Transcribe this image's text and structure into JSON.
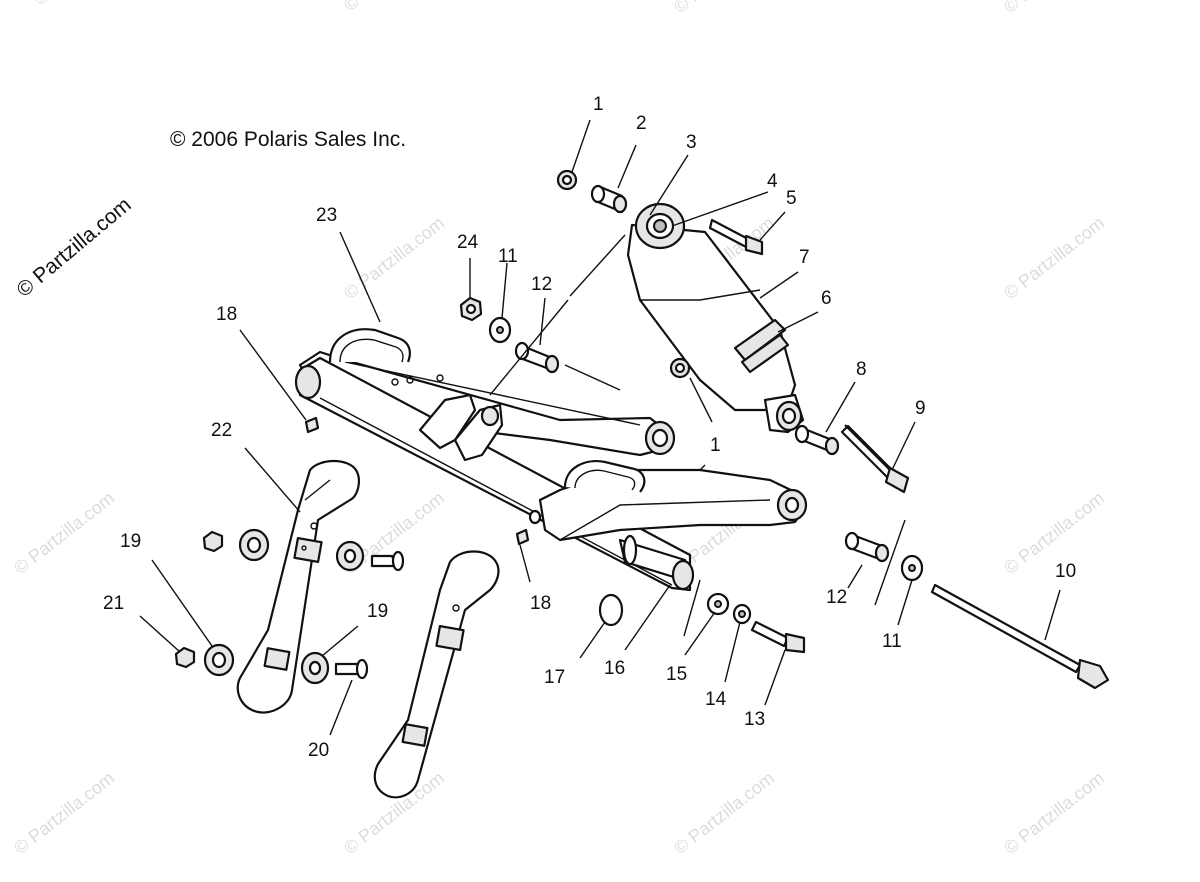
{
  "copyright": "© 2006 Polaris Sales Inc.",
  "watermark_main": "© Partzilla.com",
  "watermark_tile": "© Partzilla.com",
  "callouts": {
    "c1a": "1",
    "c2": "2",
    "c3": "3",
    "c4": "4",
    "c5": "5",
    "c6": "6",
    "c7": "7",
    "c8": "8",
    "c9": "9",
    "c10": "10",
    "c11a": "11",
    "c11b": "11",
    "c12a": "12",
    "c12b": "12",
    "c13": "13",
    "c14": "14",
    "c15": "15",
    "c16": "16",
    "c17": "17",
    "c18a": "18",
    "c18b": "18",
    "c19a": "19",
    "c19b": "19",
    "c20": "20",
    "c21": "21",
    "c22": "22",
    "c23": "23",
    "c24": "24",
    "c1b": "1"
  }
}
